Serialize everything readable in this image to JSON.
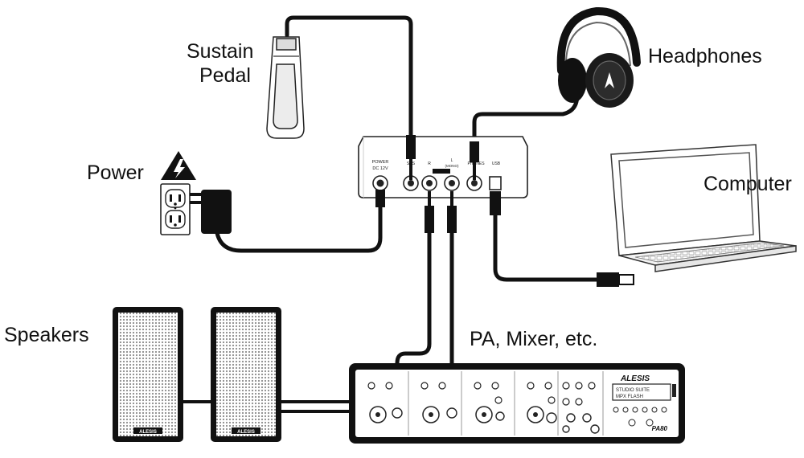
{
  "labels": {
    "sustain_pedal_line1": "Sustain",
    "sustain_pedal_line2": "Pedal",
    "headphones": "Headphones",
    "power": "Power",
    "computer": "Computer",
    "speakers": "Speakers",
    "pa_mixer": "PA, Mixer, etc."
  },
  "panel_jacks": {
    "power": "POWER",
    "power_rating": "DC 12V",
    "sustain": "SUS",
    "r": "R",
    "l_mono": "L",
    "l_mono_sub": "(MONO)",
    "phones": "PHONES",
    "usb": "USB"
  },
  "speaker_logo": "ALESIS",
  "mixer": {
    "brand": "ALESIS",
    "model": "PA80",
    "display_line1": "STUDIO SUITE",
    "display_line2": "MPX FLASH"
  },
  "colors": {
    "cable": "#111111",
    "outline": "#222222",
    "speaker_grille": "#b9b9b9",
    "warning": "#111111"
  }
}
